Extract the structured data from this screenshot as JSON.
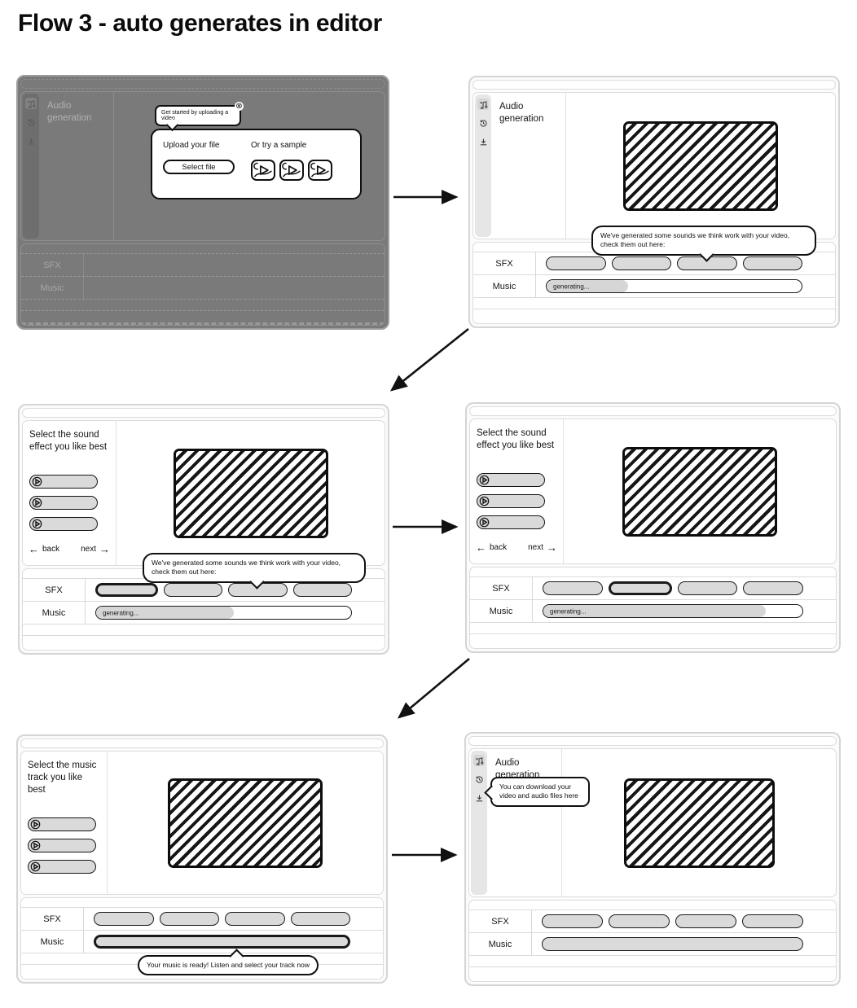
{
  "title": "Flow 3 - auto generates in editor",
  "common": {
    "audio_generation": "Audio generation",
    "sfx_label": "SFX",
    "music_label": "Music",
    "generating": "generating...",
    "generated_bubble": "We've generated some sounds we think work with your video, check them out here:",
    "select_sound_heading": "Select the sound effect you like best",
    "select_music_heading": "Select the music track you like best",
    "back_label": "back",
    "next_label": "next",
    "back_arrow": "←",
    "next_arrow": "→"
  },
  "panel1": {
    "tooltip": "Get started by uploading a video",
    "tooltip_close_glyph": "⊗",
    "upload_heading": "Upload your file",
    "select_file_button": "Select file",
    "sample_heading": "Or try a sample"
  },
  "panel5": {
    "music_ready_bubble": "Your music is ready! Listen and select your track now"
  },
  "panel6": {
    "download_bubble": "You can download your video and audio files here"
  },
  "state": {
    "music_progress_pct": {
      "panel2": 32,
      "panel3": 54,
      "panel4": 86
    },
    "sfx_selected_index": {
      "panel3": "0",
      "panel4": "1"
    },
    "music_selected": {
      "panel5": "yes",
      "panel6": "no"
    }
  },
  "icons": {
    "sidebar": [
      "audio-generation-icon",
      "history-icon",
      "download-icon"
    ],
    "play": "play-icon",
    "sample": "video-sample-icon"
  },
  "colors": {
    "ink": "#111111",
    "pill_fill": "#dadada",
    "dim_bg": "#7a7a7a"
  }
}
